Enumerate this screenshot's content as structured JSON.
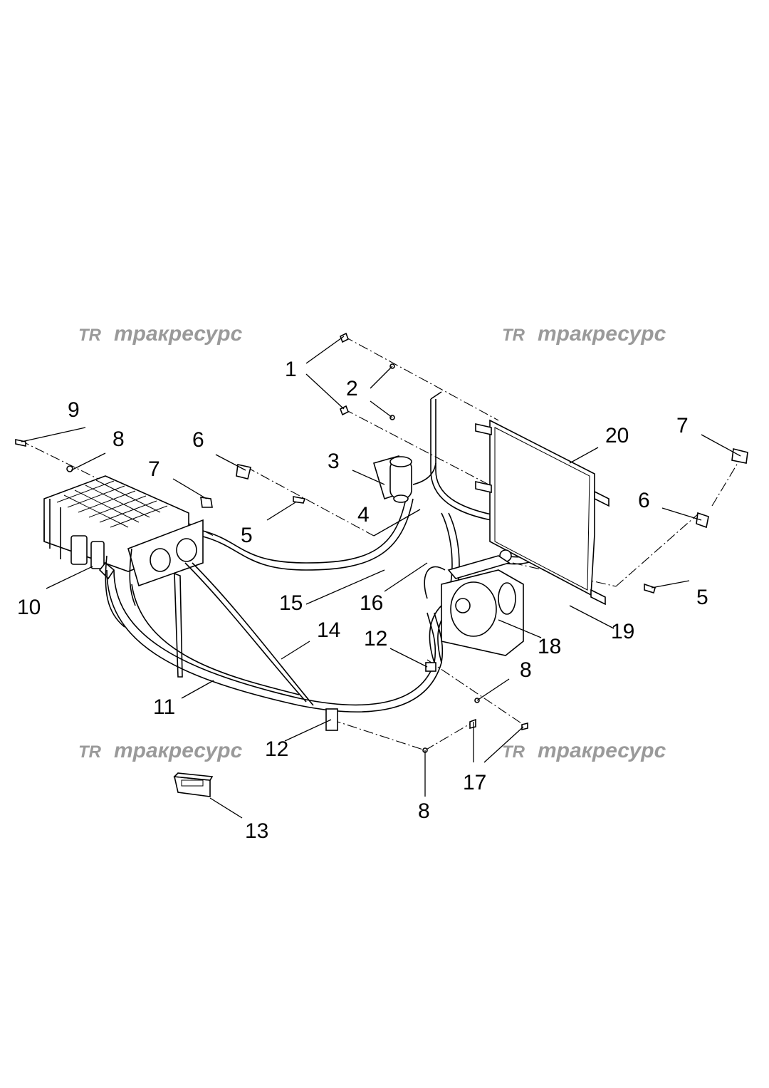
{
  "watermark": {
    "logo": "TR",
    "text": "тракресурс"
  },
  "callouts": [
    "1",
    "2",
    "3",
    "4",
    "5",
    "5",
    "6",
    "6",
    "7",
    "7",
    "8",
    "8",
    "8",
    "9",
    "10",
    "11",
    "12",
    "12",
    "13",
    "14",
    "15",
    "16",
    "17",
    "18",
    "19",
    "20"
  ]
}
